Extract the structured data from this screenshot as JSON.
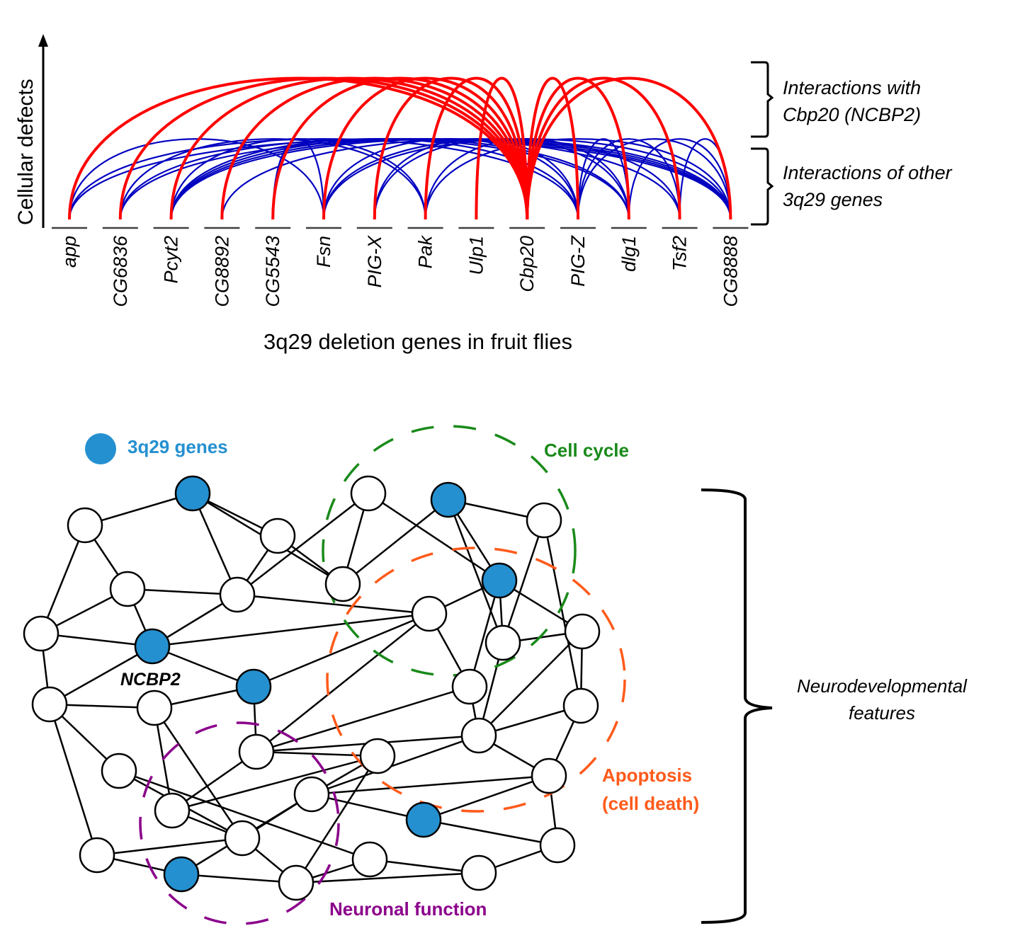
{
  "top_panel": {
    "y_axis_label": "Cellular defects",
    "x_axis_label": "3q29 deletion genes in fruit flies",
    "genes": [
      "app",
      "CG6836",
      "Pcyt2",
      "CG8892",
      "CG5543",
      "Fsn",
      "PIG-X",
      "Pak",
      "Ulp1",
      "Cbp20",
      "PIG-Z",
      "dlg1",
      "Tsf2",
      "CG8888"
    ],
    "bracket_labels": {
      "cbp20": [
        "Interactions with",
        "Cbp20 (NCBP2)"
      ],
      "other": [
        "Interactions of other",
        "3q29 genes"
      ]
    },
    "colors": {
      "cbp20_interactions": "#ff0000",
      "other_interactions": "#0000c0",
      "axis": "#000000",
      "gene_tick": "#404040"
    },
    "cbp20_interactions": [
      [
        "Cbp20",
        "app"
      ],
      [
        "Cbp20",
        "CG6836"
      ],
      [
        "Cbp20",
        "Pcyt2"
      ],
      [
        "Cbp20",
        "CG8892"
      ],
      [
        "Cbp20",
        "CG5543"
      ],
      [
        "Cbp20",
        "Fsn"
      ],
      [
        "Cbp20",
        "PIG-X"
      ],
      [
        "Cbp20",
        "Pak"
      ],
      [
        "Cbp20",
        "Ulp1"
      ],
      [
        "Cbp20",
        "PIG-Z"
      ],
      [
        "Cbp20",
        "dlg1"
      ],
      [
        "Cbp20",
        "Tsf2"
      ],
      [
        "Cbp20",
        "CG8888"
      ]
    ],
    "other_interactions": [
      [
        "app",
        "Fsn"
      ],
      [
        "app",
        "PIG-Z"
      ],
      [
        "app",
        "CG8888"
      ],
      [
        "CG6836",
        "Pak"
      ],
      [
        "CG6836",
        "dlg1"
      ],
      [
        "CG6836",
        "CG8888"
      ],
      [
        "Pcyt2",
        "Pak"
      ],
      [
        "Pcyt2",
        "PIG-Z"
      ],
      [
        "Pcyt2",
        "dlg1"
      ],
      [
        "Pcyt2",
        "Tsf2"
      ],
      [
        "Pcyt2",
        "CG8888"
      ],
      [
        "CG8892",
        "CG8888"
      ],
      [
        "CG5543",
        "Fsn"
      ],
      [
        "Fsn",
        "PIG-Z"
      ],
      [
        "Fsn",
        "Tsf2"
      ],
      [
        "Fsn",
        "CG8888"
      ],
      [
        "PIG-X",
        "PIG-Z"
      ],
      [
        "PIG-X",
        "dlg1"
      ],
      [
        "Pak",
        "dlg1"
      ],
      [
        "Pak",
        "CG8888"
      ],
      [
        "PIG-Z",
        "dlg1"
      ],
      [
        "PIG-Z",
        "Tsf2"
      ],
      [
        "PIG-Z",
        "CG8888"
      ],
      [
        "dlg1",
        "CG8888"
      ],
      [
        "Tsf2",
        "CG8888"
      ]
    ]
  },
  "bottom_panel": {
    "legend": {
      "label": "3q29 genes",
      "color": "#2590d0"
    },
    "ncbp2_label": "NCBP2",
    "clusters": [
      {
        "id": "cell-cycle",
        "label": [
          "Cell cycle"
        ],
        "color": "#1a8a1a"
      },
      {
        "id": "apoptosis",
        "label": [
          "Apoptosis",
          "(cell death)"
        ],
        "color": "#ff5a1a"
      },
      {
        "id": "neuronal-function",
        "label": [
          "Neuronal function"
        ],
        "color": "#8b008b"
      }
    ],
    "neurodevelopmental_label": [
      "Neurodevelopmental",
      "features"
    ],
    "node_colors": {
      "gene_3q29": "#2590d0",
      "other": "#ffffff",
      "stroke": "#000000"
    },
    "nodes": [
      {
        "id": "n1",
        "is3q29": true
      },
      {
        "id": "n2",
        "is3q29": false
      },
      {
        "id": "n3",
        "is3q29": false
      },
      {
        "id": "n4",
        "is3q29": false
      },
      {
        "id": "n5",
        "is3q29": false
      },
      {
        "id": "n6",
        "is3q29": false
      },
      {
        "id": "ncbp2",
        "is3q29": true
      },
      {
        "id": "n8",
        "is3q29": false
      },
      {
        "id": "n9",
        "is3q29": true
      },
      {
        "id": "n10",
        "is3q29": false
      },
      {
        "id": "n11",
        "is3q29": false
      },
      {
        "id": "n12",
        "is3q29": false
      },
      {
        "id": "n13",
        "is3q29": true
      },
      {
        "id": "n14",
        "is3q29": false
      },
      {
        "id": "n15",
        "is3q29": false
      },
      {
        "id": "n16",
        "is3q29": false
      },
      {
        "id": "n17",
        "is3q29": true
      },
      {
        "id": "n18",
        "is3q29": false
      },
      {
        "id": "n19",
        "is3q29": false
      },
      {
        "id": "n20",
        "is3q29": false
      },
      {
        "id": "n21",
        "is3q29": false
      },
      {
        "id": "n22",
        "is3q29": false
      },
      {
        "id": "n23",
        "is3q29": false
      },
      {
        "id": "n24",
        "is3q29": false
      },
      {
        "id": "n25",
        "is3q29": false
      },
      {
        "id": "n26",
        "is3q29": true
      },
      {
        "id": "n27",
        "is3q29": false
      },
      {
        "id": "n28",
        "is3q29": false
      },
      {
        "id": "n29",
        "is3q29": false
      },
      {
        "id": "n30",
        "is3q29": false
      },
      {
        "id": "n31",
        "is3q29": false
      },
      {
        "id": "n32",
        "is3q29": true
      },
      {
        "id": "n33",
        "is3q29": false
      },
      {
        "id": "n34",
        "is3q29": false
      },
      {
        "id": "n35",
        "is3q29": false
      }
    ],
    "edges": [
      [
        "n1",
        "n2"
      ],
      [
        "n1",
        "n3"
      ],
      [
        "n1",
        "n5"
      ],
      [
        "n1",
        "n12"
      ],
      [
        "n2",
        "n4"
      ],
      [
        "n2",
        "n6"
      ],
      [
        "n3",
        "n5"
      ],
      [
        "n3",
        "n12"
      ],
      [
        "n4",
        "n5"
      ],
      [
        "n4",
        "n6"
      ],
      [
        "n4",
        "ncbp2"
      ],
      [
        "n5",
        "ncbp2"
      ],
      [
        "n5",
        "n11"
      ],
      [
        "n5",
        "n15"
      ],
      [
        "n6",
        "ncbp2"
      ],
      [
        "n6",
        "n8"
      ],
      [
        "ncbp2",
        "n15"
      ],
      [
        "ncbp2",
        "n9"
      ],
      [
        "ncbp2",
        "n8"
      ],
      [
        "n8",
        "n10"
      ],
      [
        "n8",
        "n16"
      ],
      [
        "n8",
        "n18"
      ],
      [
        "n9",
        "n10"
      ],
      [
        "n9",
        "n15"
      ],
      [
        "n9",
        "n19"
      ],
      [
        "n10",
        "n20"
      ],
      [
        "n10",
        "n21"
      ],
      [
        "n11",
        "n12"
      ],
      [
        "n11",
        "n17"
      ],
      [
        "n12",
        "n13"
      ],
      [
        "n13",
        "n14"
      ],
      [
        "n13",
        "n22"
      ],
      [
        "n13",
        "n17"
      ],
      [
        "n14",
        "n22"
      ],
      [
        "n14",
        "n24"
      ],
      [
        "n15",
        "n17"
      ],
      [
        "n15",
        "n25"
      ],
      [
        "n15",
        "n19"
      ],
      [
        "n16",
        "n21"
      ],
      [
        "n16",
        "n33"
      ],
      [
        "n17",
        "n22"
      ],
      [
        "n17",
        "n23"
      ],
      [
        "n17",
        "n25"
      ],
      [
        "n18",
        "n21"
      ],
      [
        "n18",
        "n26"
      ],
      [
        "n19",
        "n25"
      ],
      [
        "n19",
        "n27"
      ],
      [
        "n20",
        "n21"
      ],
      [
        "n20",
        "n29"
      ],
      [
        "n20",
        "n19"
      ],
      [
        "n21",
        "n28"
      ],
      [
        "n21",
        "n30"
      ],
      [
        "n22",
        "n23"
      ],
      [
        "n22",
        "n27"
      ],
      [
        "n23",
        "n24"
      ],
      [
        "n23",
        "n27"
      ],
      [
        "n24",
        "n27"
      ],
      [
        "n24",
        "n31"
      ],
      [
        "n25",
        "n27"
      ],
      [
        "n27",
        "n28"
      ],
      [
        "n27",
        "n31"
      ],
      [
        "n28",
        "n29"
      ],
      [
        "n28",
        "n26"
      ],
      [
        "n28",
        "n31"
      ],
      [
        "n28",
        "n32"
      ],
      [
        "n29",
        "n30"
      ],
      [
        "n29",
        "n19"
      ],
      [
        "n30",
        "n33"
      ],
      [
        "n30",
        "n26"
      ],
      [
        "n30",
        "n34"
      ],
      [
        "n31",
        "n32"
      ],
      [
        "n31",
        "n35"
      ],
      [
        "n32",
        "n35"
      ],
      [
        "n33",
        "n34"
      ],
      [
        "n34",
        "n35"
      ]
    ]
  }
}
